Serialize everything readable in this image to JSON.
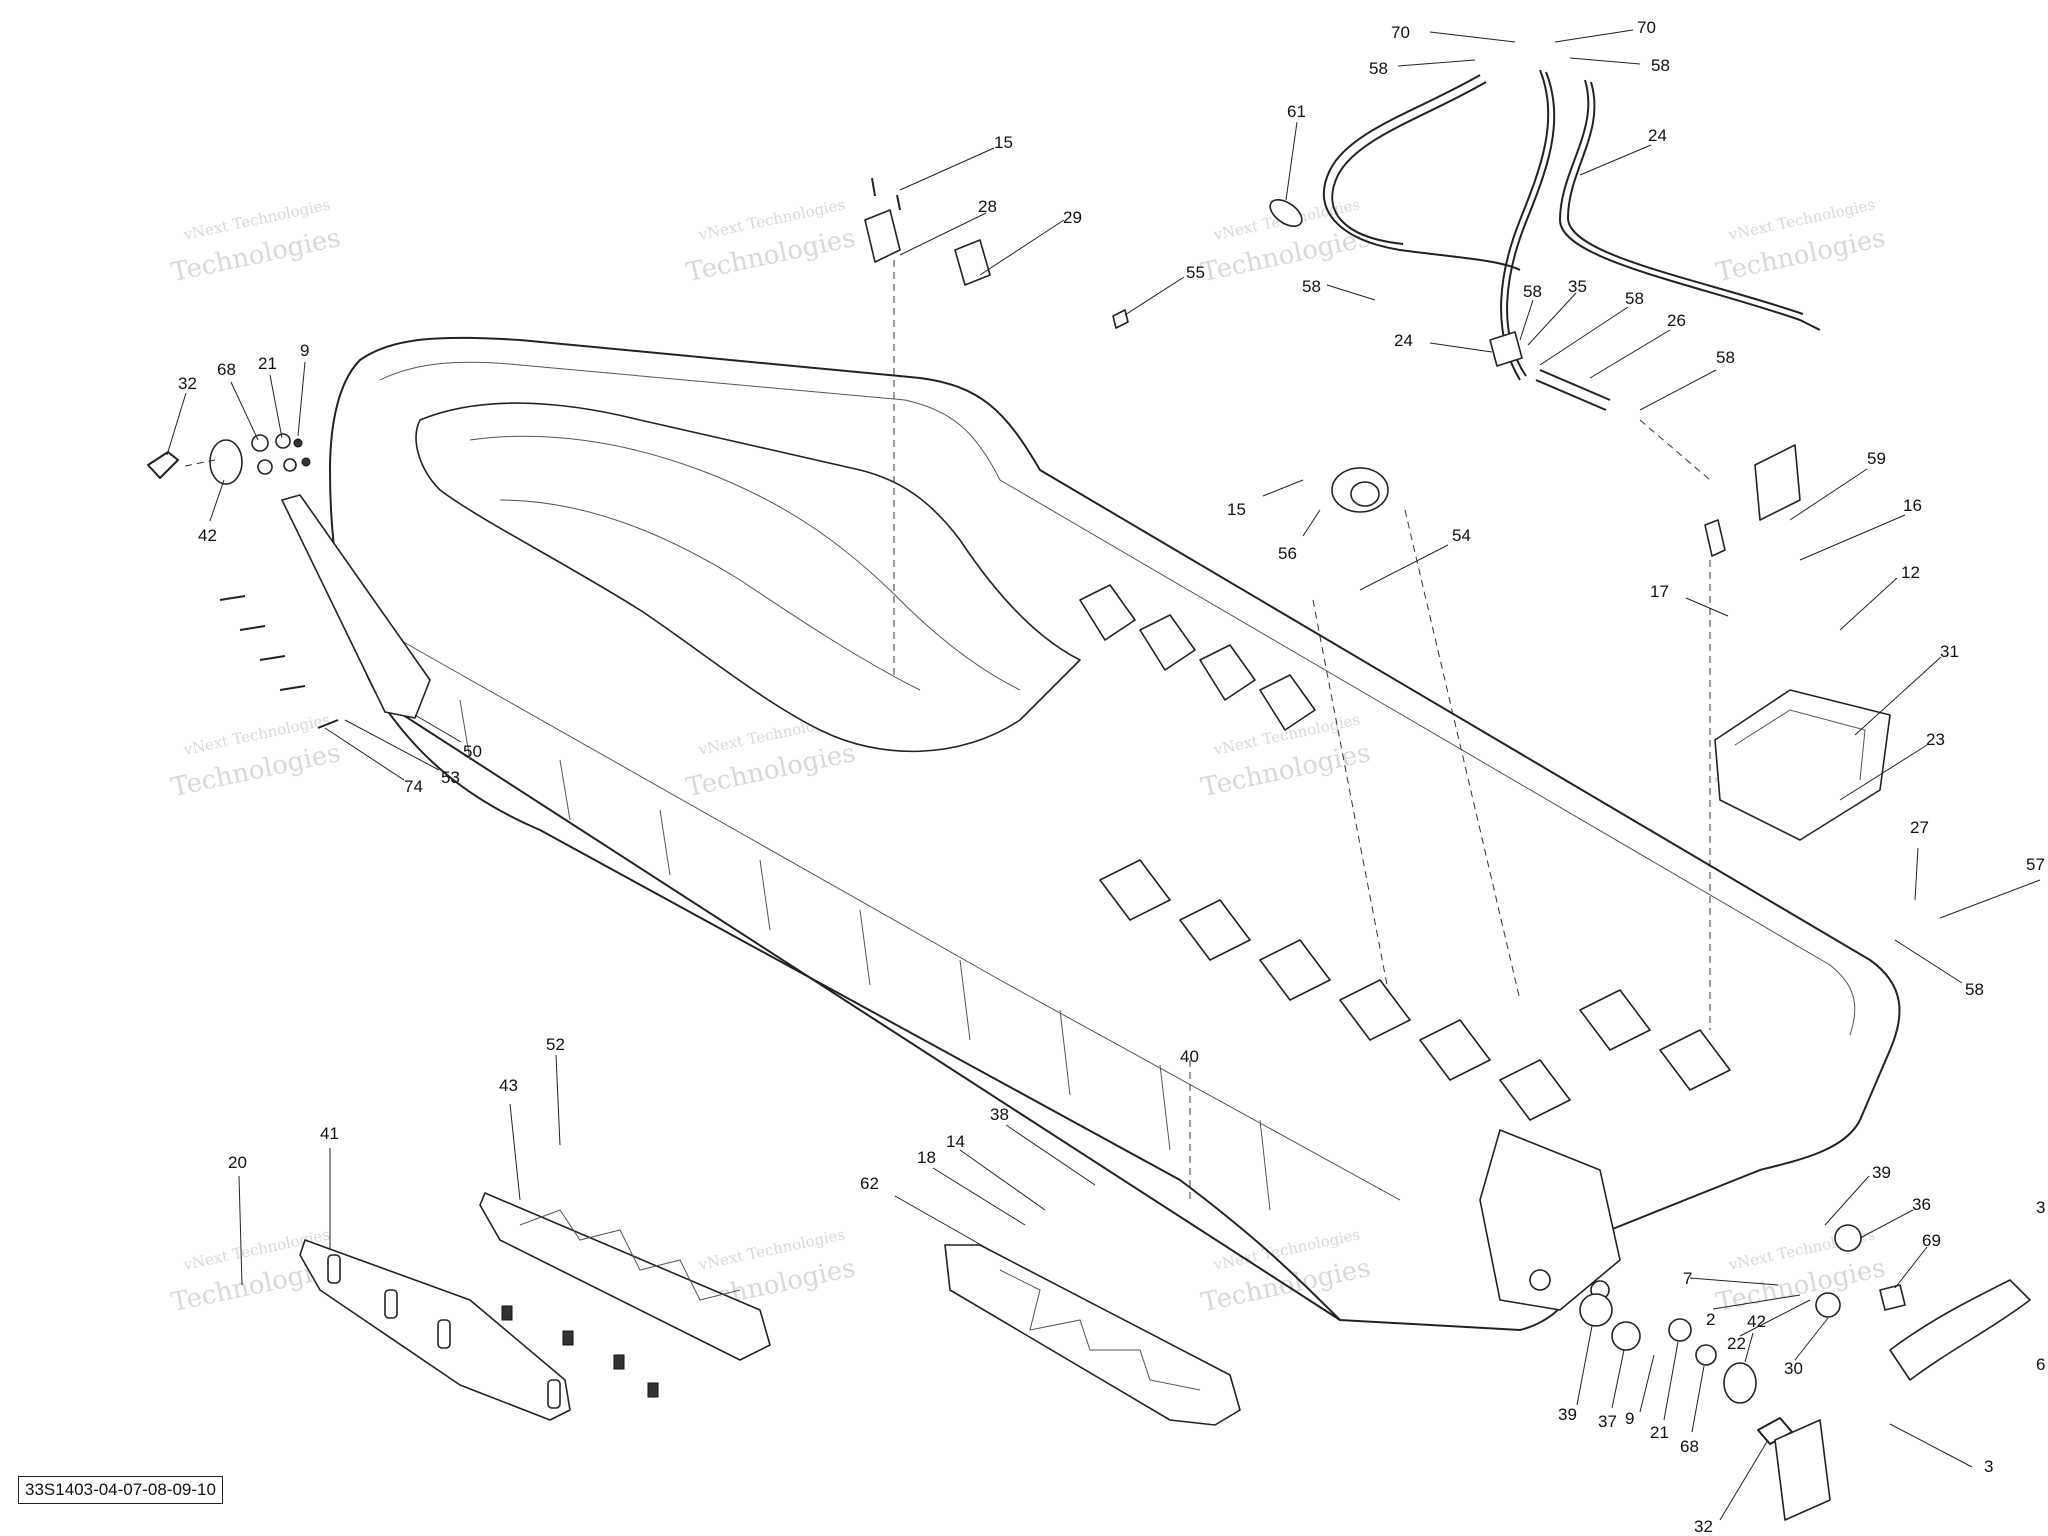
{
  "diagram": {
    "reference_code": "33S1403-04-07-08-09-10",
    "watermark": {
      "line1": "vNext Technologies",
      "line2": "Technologies",
      "stamp": "vNext"
    },
    "callouts": [
      {
        "id": "c70a",
        "label": "70"
      },
      {
        "id": "c70b",
        "label": "70"
      },
      {
        "id": "c58a",
        "label": "58"
      },
      {
        "id": "c58b",
        "label": "58"
      },
      {
        "id": "c61",
        "label": "61"
      },
      {
        "id": "c24a",
        "label": "24"
      },
      {
        "id": "c15a",
        "label": "15"
      },
      {
        "id": "c28",
        "label": "28"
      },
      {
        "id": "c29",
        "label": "29"
      },
      {
        "id": "c55",
        "label": "55"
      },
      {
        "id": "c58c",
        "label": "58"
      },
      {
        "id": "c58d",
        "label": "58"
      },
      {
        "id": "c35",
        "label": "35"
      },
      {
        "id": "c58e",
        "label": "58"
      },
      {
        "id": "c24b",
        "label": "24"
      },
      {
        "id": "c26",
        "label": "26"
      },
      {
        "id": "c58f",
        "label": "58"
      },
      {
        "id": "c32a",
        "label": "32"
      },
      {
        "id": "c68a",
        "label": "68"
      },
      {
        "id": "c21a",
        "label": "21"
      },
      {
        "id": "c9a",
        "label": "9"
      },
      {
        "id": "c42a",
        "label": "42"
      },
      {
        "id": "c15b",
        "label": "15"
      },
      {
        "id": "c56",
        "label": "56"
      },
      {
        "id": "c54",
        "label": "54"
      },
      {
        "id": "c59",
        "label": "59"
      },
      {
        "id": "c16",
        "label": "16"
      },
      {
        "id": "c17",
        "label": "17"
      },
      {
        "id": "c12",
        "label": "12"
      },
      {
        "id": "c31",
        "label": "31"
      },
      {
        "id": "c23",
        "label": "23"
      },
      {
        "id": "c50",
        "label": "50"
      },
      {
        "id": "c53",
        "label": "53"
      },
      {
        "id": "c74",
        "label": "74"
      },
      {
        "id": "c27",
        "label": "27"
      },
      {
        "id": "c57",
        "label": "57"
      },
      {
        "id": "c58g",
        "label": "58"
      },
      {
        "id": "c40",
        "label": "40"
      },
      {
        "id": "c52",
        "label": "52"
      },
      {
        "id": "c43",
        "label": "43"
      },
      {
        "id": "c41",
        "label": "41"
      },
      {
        "id": "c20",
        "label": "20"
      },
      {
        "id": "c38",
        "label": "38"
      },
      {
        "id": "c14",
        "label": "14"
      },
      {
        "id": "c18",
        "label": "18"
      },
      {
        "id": "c62",
        "label": "62"
      },
      {
        "id": "c39a",
        "label": "39"
      },
      {
        "id": "c36",
        "label": "36"
      },
      {
        "id": "c7",
        "label": "7"
      },
      {
        "id": "c69",
        "label": "69"
      },
      {
        "id": "c2",
        "label": "2"
      },
      {
        "id": "c22",
        "label": "22"
      },
      {
        "id": "c30",
        "label": "30"
      },
      {
        "id": "c42b",
        "label": "42"
      },
      {
        "id": "c39b",
        "label": "39"
      },
      {
        "id": "c37",
        "label": "37"
      },
      {
        "id": "c9b",
        "label": "9"
      },
      {
        "id": "c21b",
        "label": "21"
      },
      {
        "id": "c68b",
        "label": "68"
      },
      {
        "id": "c32b",
        "label": "32"
      },
      {
        "id": "c3a",
        "label": "3"
      },
      {
        "id": "c3b",
        "label": "3"
      },
      {
        "id": "c6",
        "label": "6"
      }
    ]
  }
}
